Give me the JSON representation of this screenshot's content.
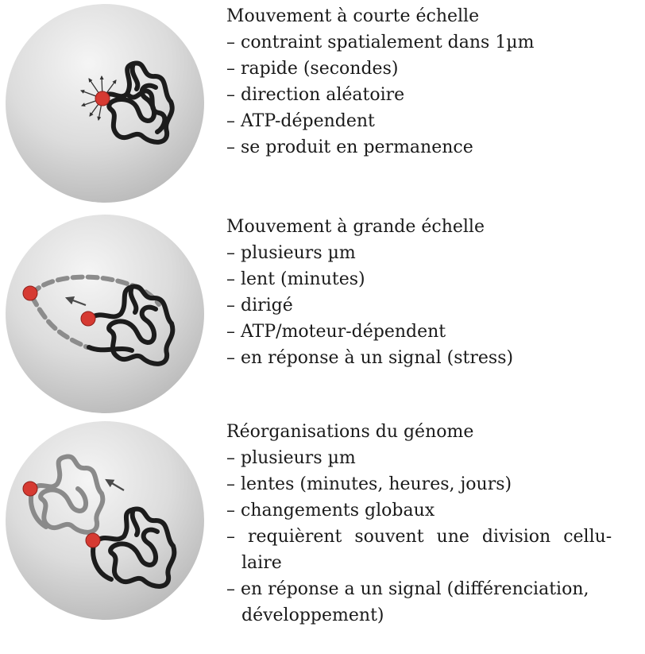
{
  "colors": {
    "nucleus_light": "#f4f4f4",
    "nucleus_dark": "#bdbdbd",
    "chromatin": "#1c1c1c",
    "chromatin_faded": "#8a8a8a",
    "locus_red": "#d63a32",
    "path_dashed": "#8c8c8c"
  },
  "panels": [
    {
      "title": "Mouvement à courte échelle",
      "icons": [
        "nucleus-icon",
        "chromatin-icon",
        "locus-icon",
        "diffusion-arrows-icon"
      ],
      "items": [
        "– contraint spatialement dans  1µm",
        "– rapide (secondes)",
        "– direction aléatoire",
        "– ATP-dépendent",
        "– se produit en permanence"
      ]
    },
    {
      "title": "Mouvement à grande échelle",
      "icons": [
        "nucleus-icon",
        "chromatin-icon",
        "locus-icon",
        "dashed-path-icon",
        "arrow-icon"
      ],
      "items": [
        "– plusieurs µm",
        "– lent (minutes)",
        "– dirigé",
        "– ATP/moteur-dépendent",
        "– en réponse à un signal (stress)"
      ]
    },
    {
      "title": "Réorganisations du génome",
      "icons": [
        "nucleus-icon",
        "chromatin-icon",
        "faded-chromatin-icon",
        "locus-icon",
        "arrow-icon"
      ],
      "items": [
        "– plusieurs µm",
        "– lentes (minutes, heures, jours)",
        "– changements globaux",
        "– requièrent souvent une division cellu-",
        "laire",
        "– en réponse a un signal (différenciation,",
        "développement)"
      ]
    }
  ]
}
